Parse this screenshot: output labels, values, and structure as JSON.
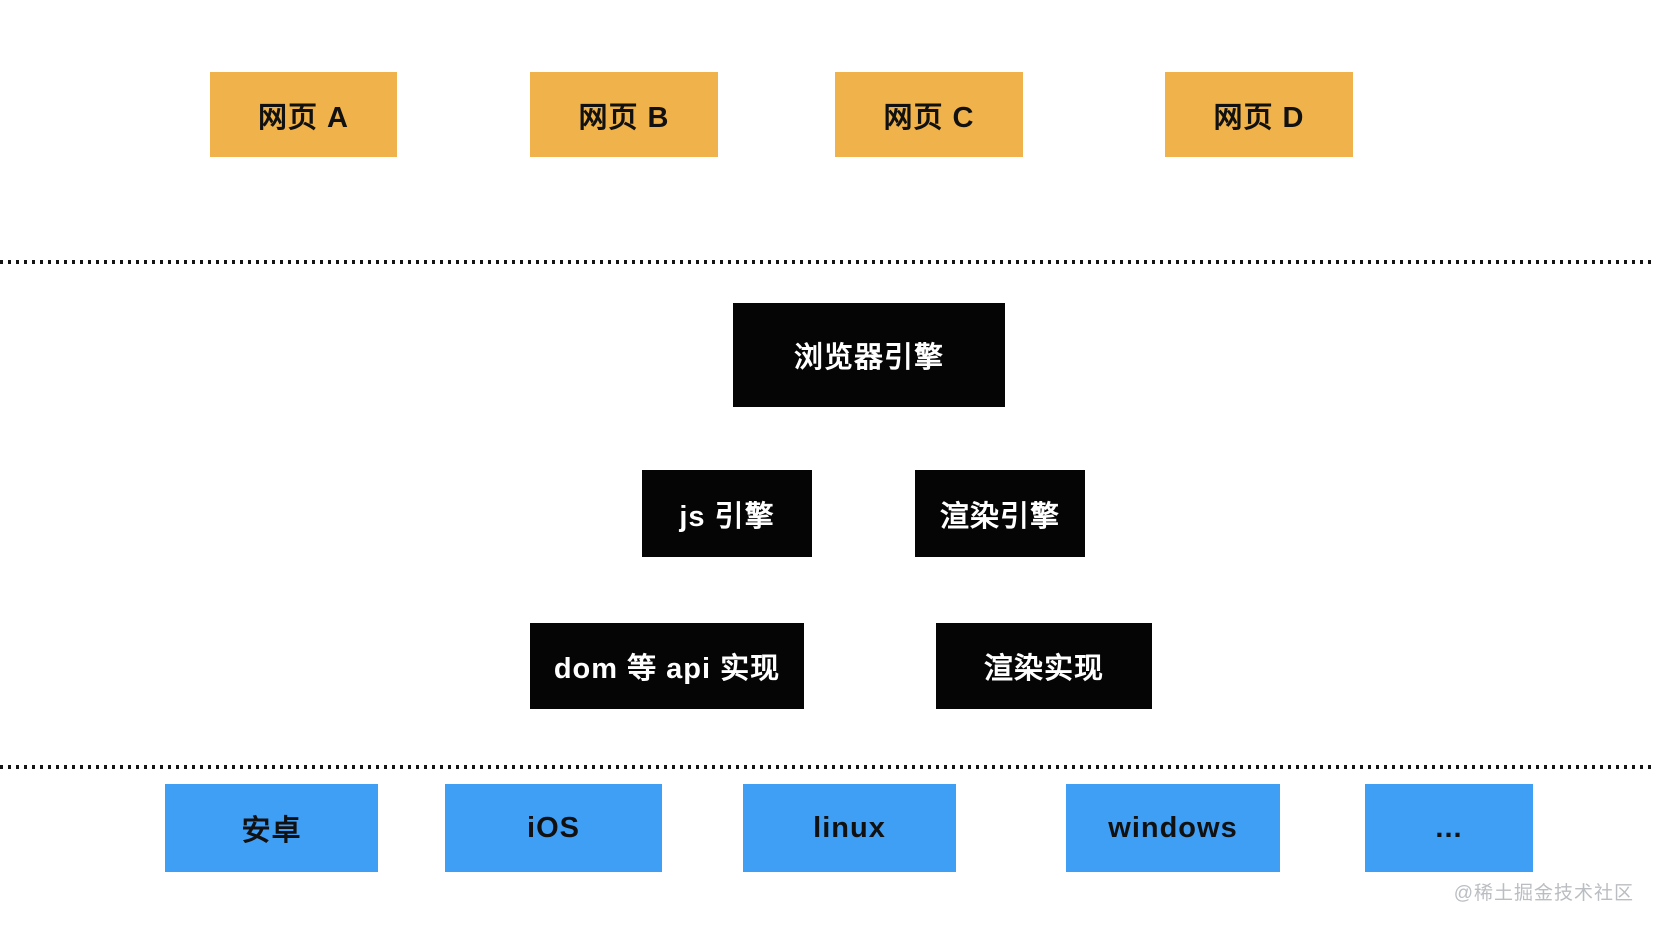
{
  "pages": {
    "items": [
      {
        "label": "网页 A"
      },
      {
        "label": "网页 B"
      },
      {
        "label": "网页 C"
      },
      {
        "label": "网页 D"
      }
    ]
  },
  "engine": {
    "browser_engine": "浏览器引擎",
    "js_engine": "js 引擎",
    "render_engine": "渲染引擎",
    "dom_api": "dom 等 api 实现",
    "render_impl": "渲染实现"
  },
  "platforms": {
    "items": [
      {
        "label": "安卓"
      },
      {
        "label": "iOS"
      },
      {
        "label": "linux"
      },
      {
        "label": "windows"
      },
      {
        "label": "..."
      }
    ]
  },
  "watermark": {
    "label": "@稀土掘金技术社区"
  },
  "colors": {
    "page_box": "#F0B24A",
    "engine_box": "#050505",
    "platform_box": "#3F9FF5",
    "divider": "#141414",
    "watermark_text": "#BABDC2",
    "background": "#FFFFFF"
  }
}
